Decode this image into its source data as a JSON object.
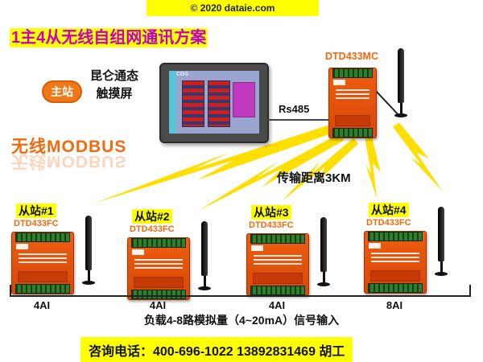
{
  "banner": {
    "copyright": "© 2020 dataie.com"
  },
  "title": "1主4从无线自组网通讯方案",
  "master": {
    "badge": "主站",
    "hmi_name_line1": "昆仑通态",
    "hmi_name_line2": "触摸屏",
    "hmi_screen_brand": "MCGS",
    "module_model": "DTD433MC",
    "bus_label": "Rs485",
    "wireless_protocol": "无线MODBUS"
  },
  "link": {
    "distance_label": "传输距离3KM"
  },
  "slaves": [
    {
      "name": "从站#1",
      "model": "DTD433FC",
      "io": "4AI"
    },
    {
      "name": "从站#2",
      "model": "DTD433FC",
      "io": "4AI"
    },
    {
      "name": "从站#3",
      "model": "DTD433FC",
      "io": "4AI"
    },
    {
      "name": "从站#4",
      "model": "DTD433FC",
      "io": "8AI"
    }
  ],
  "footer": {
    "load_note": "负载4-8路模拟量（4~20mA）信号输入",
    "contact": "咨询电话：400-696-1022  13892831469 胡工"
  },
  "colors": {
    "highlight_yellow": "#ffff00",
    "title_magenta": "#c400c4",
    "brand_orange": "#f26a0e",
    "device_orange": "#e65310",
    "terminal_green": "#2f7d2f",
    "lightning_yellow": "#ffdf00"
  }
}
